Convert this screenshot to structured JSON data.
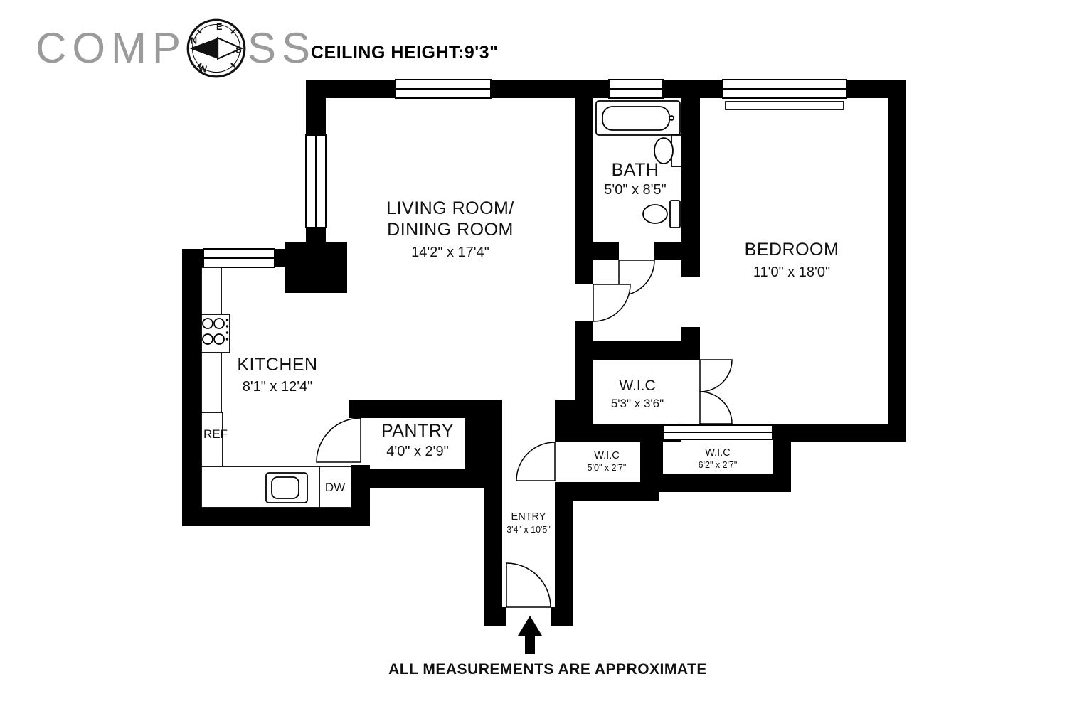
{
  "header": {
    "brand_left": "COMP",
    "brand_right": "SS",
    "ceiling": "CEILING HEIGHT:9'3\""
  },
  "compass_rose": {
    "n": "N",
    "e": "E",
    "s": "S",
    "w": "W"
  },
  "rooms": {
    "living": {
      "line1": "LIVING ROOM/",
      "line2": "DINING ROOM",
      "dims": "14'2\" x 17'4\""
    },
    "bath": {
      "name": "BATH",
      "dims": "5'0\" x 8'5\""
    },
    "bedroom": {
      "name": "BEDROOM",
      "dims": "11'0\" x 18'0\""
    },
    "kitchen": {
      "name": "KITCHEN",
      "dims": "8'1\" x 12'4\""
    },
    "pantry": {
      "name": "PANTRY",
      "dims": "4'0\" x 2'9\""
    },
    "wic_main": {
      "name": "W.I.C",
      "dims": "5'3\" x 3'6\""
    },
    "wic_entry": {
      "name": "W.I.C",
      "dims": "5'0\" x 2'7\""
    },
    "wic_bedroom": {
      "name": "W.I.C",
      "dims": "6'2\" x 2'7\""
    },
    "entry": {
      "name": "ENTRY",
      "dims": "3'4\" x 10'5\""
    }
  },
  "appliances": {
    "ref": "REF",
    "dw": "DW"
  },
  "footer": {
    "disclaimer": "ALL MEASUREMENTS ARE APPROXIMATE"
  },
  "colors": {
    "wall": "#000000",
    "logo_gray": "#9b9b9b",
    "text": "#111111"
  }
}
